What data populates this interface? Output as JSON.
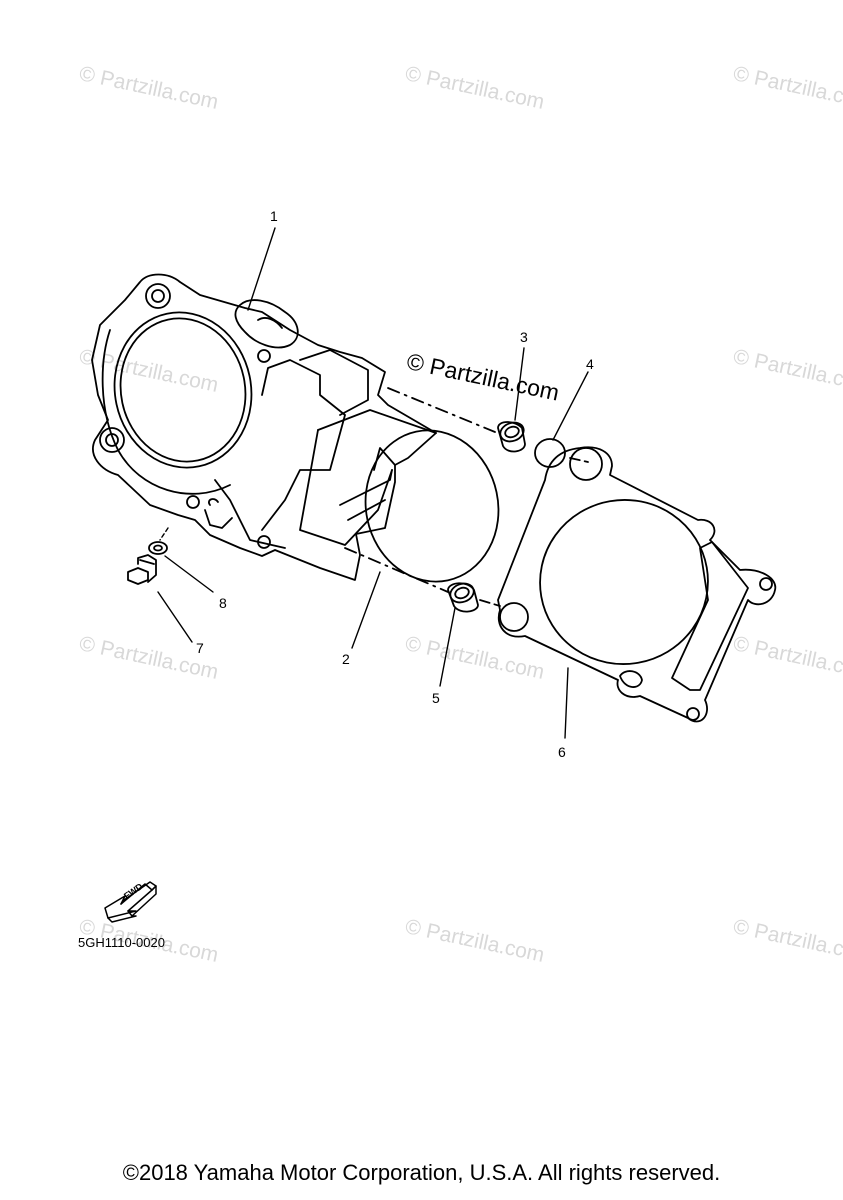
{
  "watermark": {
    "text": "© Partzilla.com",
    "center_text": "© Partzilla.com"
  },
  "callouts": {
    "c1": "1",
    "c2": "2",
    "c3": "3",
    "c4": "4",
    "c5": "5",
    "c6": "6",
    "c7": "7",
    "c8": "8"
  },
  "fwd_label": "FWD",
  "diagram_code": "5GH1110-0020",
  "copyright": "©2018 Yamaha Motor Corporation, U.S.A. All rights reserved.",
  "colors": {
    "line": "#000000",
    "watermark": "#d8d8d8",
    "background": "#ffffff"
  }
}
